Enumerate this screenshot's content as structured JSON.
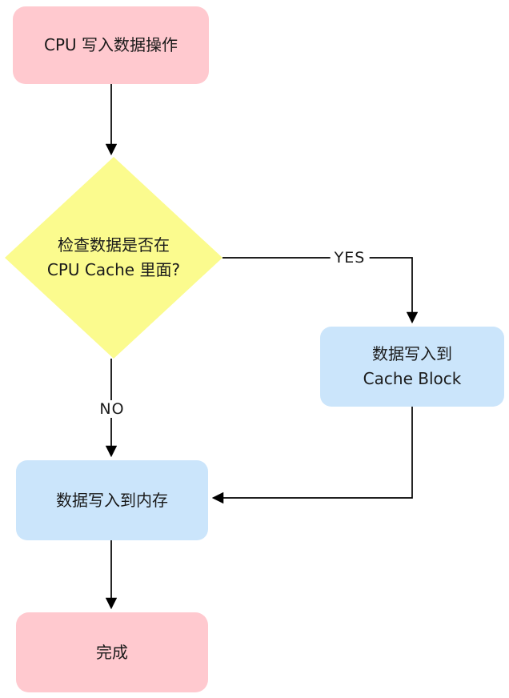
{
  "diagram": {
    "title": "CPU write data flowchart",
    "nodes": {
      "start": {
        "label": "CPU 写入数据操作",
        "shape": "rounded-rect",
        "fill": "#ffc9cf"
      },
      "decision": {
        "label": "检查数据是否在\nCPU Cache 里面?",
        "shape": "diamond",
        "fill": "#fbfb8e"
      },
      "cache": {
        "label": "数据写入到\nCache Block",
        "shape": "rounded-rect",
        "fill": "#cbe5fb"
      },
      "memory": {
        "label": "数据写入到内存",
        "shape": "rounded-rect",
        "fill": "#cbe5fb"
      },
      "done": {
        "label": "完成",
        "shape": "rounded-rect",
        "fill": "#ffc9cf"
      }
    },
    "edges": {
      "start_to_decision": {
        "from": "start",
        "to": "decision",
        "label": ""
      },
      "decision_to_cache": {
        "from": "decision",
        "to": "cache",
        "label": "YES"
      },
      "decision_to_memory": {
        "from": "decision",
        "to": "memory",
        "label": "NO"
      },
      "cache_to_memory": {
        "from": "cache",
        "to": "memory",
        "label": ""
      },
      "memory_to_done": {
        "from": "memory",
        "to": "done",
        "label": ""
      }
    },
    "colors": {
      "line": "#000000",
      "text": "#1a1a1a",
      "background": "#ffffff"
    }
  }
}
